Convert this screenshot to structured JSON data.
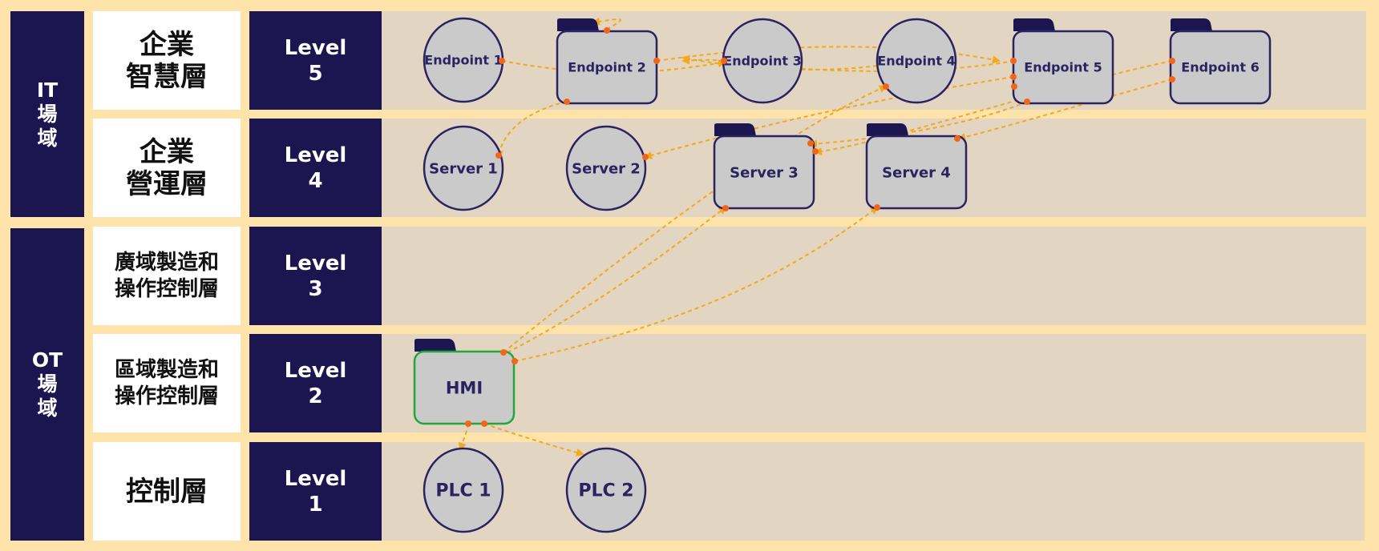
{
  "zones": {
    "it": [
      "IT",
      "場",
      "域"
    ],
    "ot": [
      "OT",
      "場",
      "域"
    ]
  },
  "levels": [
    {
      "name": [
        "企業",
        "智慧層"
      ],
      "number": [
        "Level",
        "5"
      ]
    },
    {
      "name": [
        "企業",
        "營運層"
      ],
      "number": [
        "Level",
        "4"
      ]
    },
    {
      "name": [
        "廣域製造和",
        "操作控制層"
      ],
      "number": [
        "Level",
        "3"
      ]
    },
    {
      "name": [
        "區域製造和",
        "操作控制層"
      ],
      "number": [
        "Level",
        "2"
      ]
    },
    {
      "name": [
        "控制層"
      ],
      "number": [
        "Level",
        "1"
      ]
    }
  ],
  "nodes": [
    {
      "id": "ep1",
      "label": "Endpoint 1",
      "shape": "circle"
    },
    {
      "id": "ep2",
      "label": "Endpoint 2",
      "shape": "folder"
    },
    {
      "id": "ep3",
      "label": "Endpoint 3",
      "shape": "circle"
    },
    {
      "id": "ep4",
      "label": "Endpoint 4",
      "shape": "circle"
    },
    {
      "id": "ep5",
      "label": "Endpoint 5",
      "shape": "folder"
    },
    {
      "id": "ep6",
      "label": "Endpoint 6",
      "shape": "folder"
    },
    {
      "id": "sv1",
      "label": "Server 1",
      "shape": "circle"
    },
    {
      "id": "sv2",
      "label": "Server 2",
      "shape": "circle"
    },
    {
      "id": "sv3",
      "label": "Server 3",
      "shape": "folder"
    },
    {
      "id": "sv4",
      "label": "Server 4",
      "shape": "folder"
    },
    {
      "id": "hmi",
      "label": "HMI",
      "shape": "folder",
      "highlighted": true
    },
    {
      "id": "plc1",
      "label": "PLC 1",
      "shape": "circle"
    },
    {
      "id": "plc2",
      "label": "PLC 2",
      "shape": "circle"
    }
  ],
  "connections": [
    {
      "from": "ep1",
      "to": "ep3"
    },
    {
      "from": "ep2",
      "to": "ep5"
    },
    {
      "from": "ep3",
      "to": "ep2"
    },
    {
      "from": "ep4",
      "to": "ep2"
    },
    {
      "from": "ep5",
      "to": "ep3"
    },
    {
      "from": "ep2",
      "to": "sv1"
    },
    {
      "from": "ep5",
      "to": "sv2"
    },
    {
      "from": "ep5",
      "to": "sv3"
    },
    {
      "from": "ep6",
      "to": "sv3"
    },
    {
      "from": "ep6",
      "to": "sv4"
    },
    {
      "from": "hmi",
      "to": "ep4"
    },
    {
      "from": "hmi",
      "to": "sv3"
    },
    {
      "from": "hmi",
      "to": "sv4"
    },
    {
      "from": "hmi",
      "to": "plc1"
    },
    {
      "from": "hmi",
      "to": "plc2"
    }
  ],
  "colors": {
    "background": "#FEE3AA",
    "band": "#1C1650",
    "lane": "#E2D5C2",
    "node_fill": "#CACACA",
    "node_stroke": "#2A2360",
    "highlight_stroke": "#23A63C",
    "arrow": "#F4A81C",
    "port": "#F2661C"
  }
}
